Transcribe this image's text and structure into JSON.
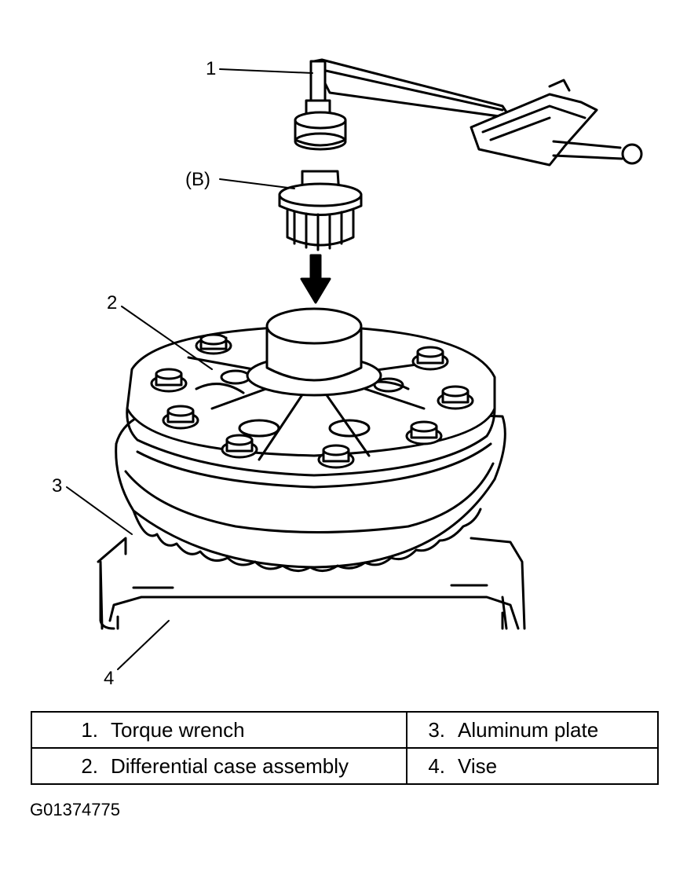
{
  "callouts": {
    "c1": "1",
    "cB": "(B)",
    "c2": "2",
    "c3": "3",
    "c4": "4"
  },
  "legend": [
    {
      "num": "1.",
      "label": "Torque wrench",
      "num2": "3.",
      "label2": "Aluminum plate"
    },
    {
      "num": "2.",
      "label": "Differential case assembly",
      "num2": "4.",
      "label2": "Vise"
    }
  ],
  "figure_code": "G01374775"
}
